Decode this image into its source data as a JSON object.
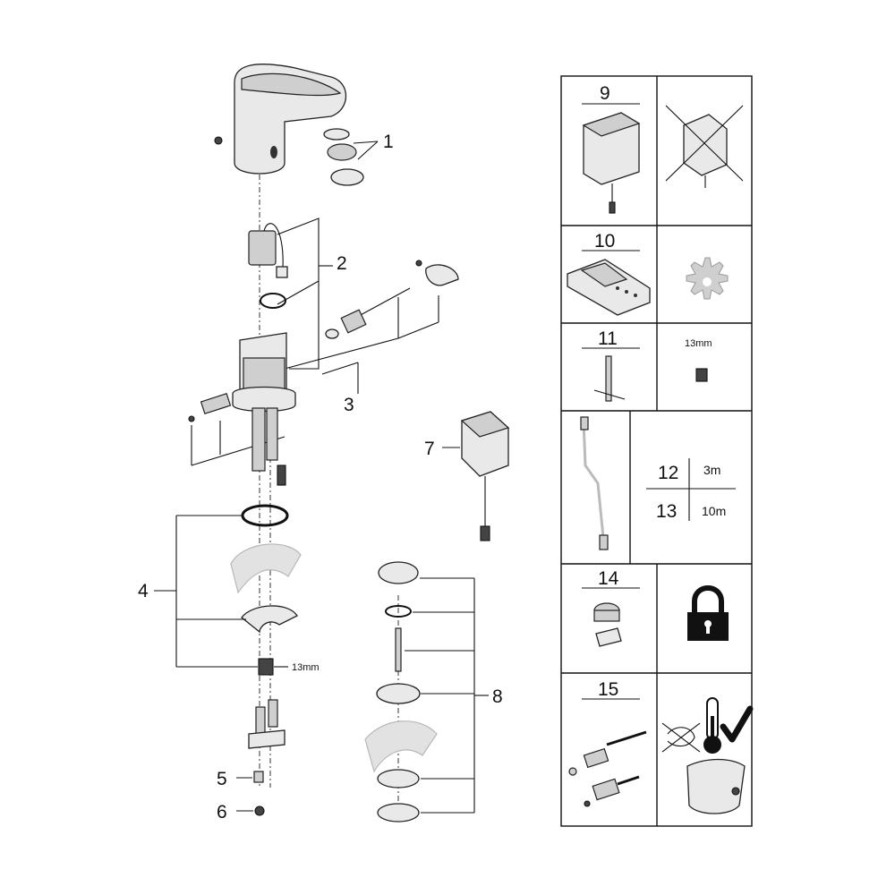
{
  "callouts": {
    "c1": "1",
    "c2": "2",
    "c3": "3",
    "c4": "4",
    "c5": "5",
    "c6": "6",
    "c7": "7",
    "c8": "8"
  },
  "annotations": {
    "nut_size_left": "13mm"
  },
  "panel": {
    "p9": "9",
    "p10": "10",
    "p11": "11",
    "p11_size": "13mm",
    "p12": "12",
    "p12_len": "3m",
    "p13": "13",
    "p13_len": "10m",
    "p14": "14",
    "p15": "15"
  },
  "icons": {
    "gear": "gear-icon",
    "padlock": "padlock-icon",
    "thermometer": "thermometer-icon",
    "check": "checkmark-icon",
    "crossed_out": "cross-out-icon",
    "hand_crossed": "crossed-hand-icon"
  }
}
